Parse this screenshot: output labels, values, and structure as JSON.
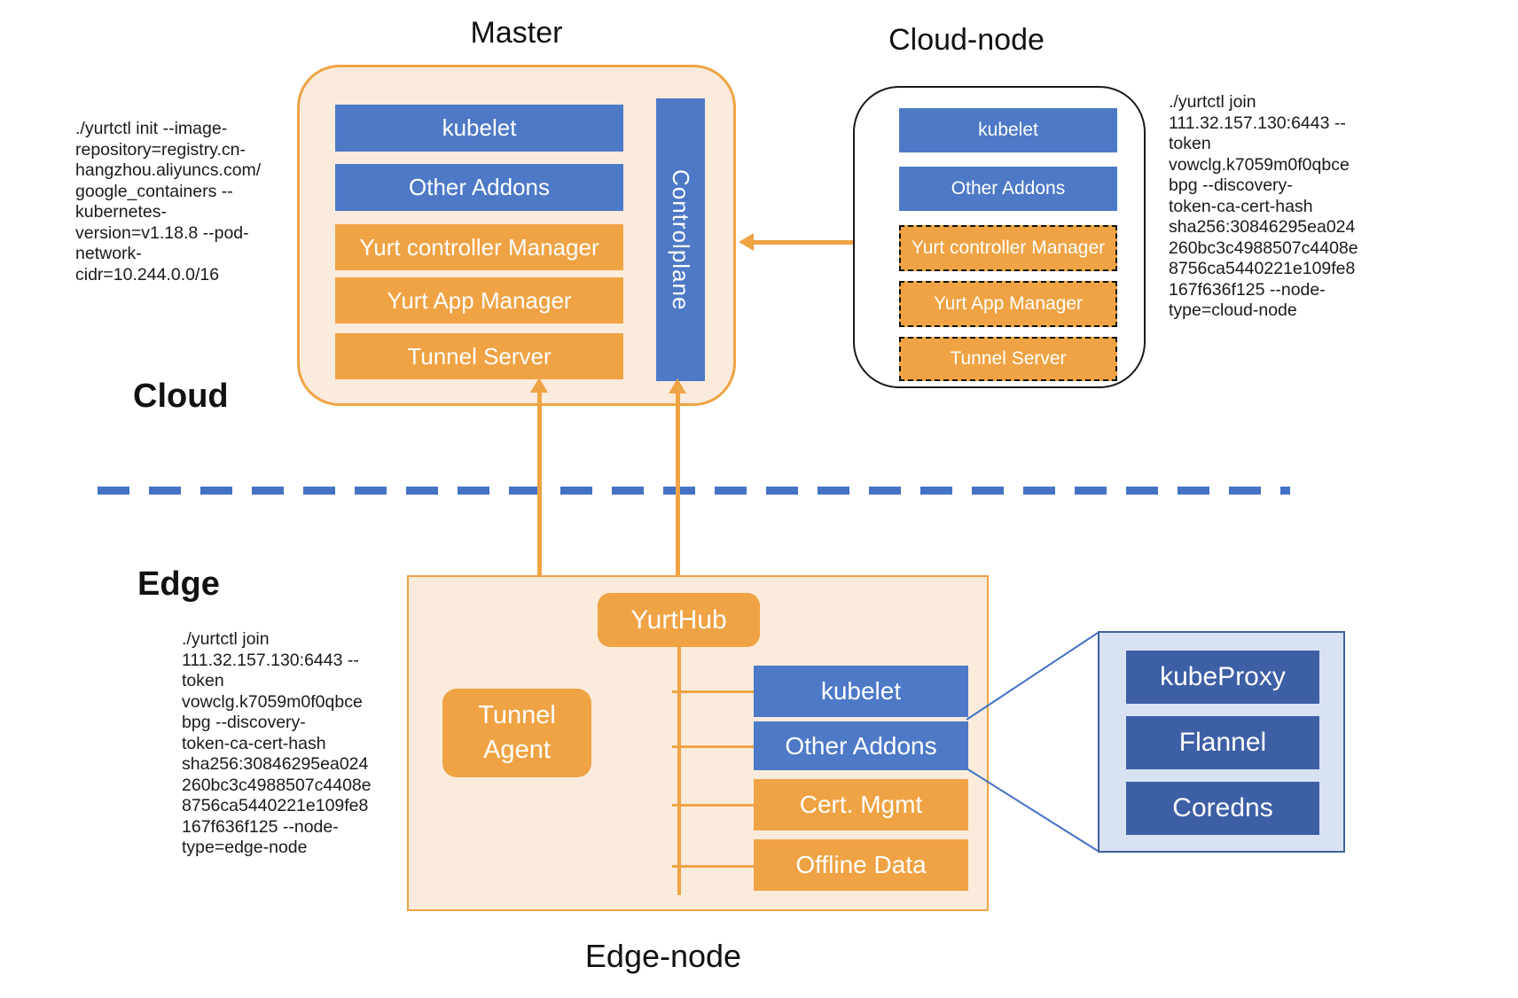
{
  "titles": {
    "master": "Master",
    "cloud_node": "Cloud-node",
    "edge_node": "Edge-node"
  },
  "zones": {
    "cloud": "Cloud",
    "edge": "Edge"
  },
  "commands": {
    "cloud_init": "./yurtctl init --image-\nrepository=registry.cn-\nhangzhou.aliyuncs.com/\ngoogle_containers --\nkubernetes-\nversion=v1.18.8 --pod-\nnetwork-\ncidr=10.244.0.0/16",
    "cloud_join": "./yurtctl join\n111.32.157.130:6443 --\ntoken\nvowclg.k7059m0f0qbce\nbpg --discovery-\ntoken-ca-cert-hash\nsha256:30846295ea024\n260bc3c4988507c4408e\n8756ca5440221e109fe8\n167f636f125 --node-\ntype=cloud-node",
    "edge_join": "./yurtctl join\n111.32.157.130:6443 --\ntoken\nvowclg.k7059m0f0qbce\nbpg --discovery-\ntoken-ca-cert-hash\nsha256:30846295ea024\n260bc3c4988507c4408e\n8756ca5440221e109fe8\n167f636f125 --node-\ntype=edge-node",
    "edge_join_last_line": "type=edge-node"
  },
  "master": {
    "controlplane_label": "Controlplane",
    "components": [
      {
        "label": "kubelet"
      },
      {
        "label": "Other Addons"
      },
      {
        "label": "Yurt controller Manager"
      },
      {
        "label": "Yurt App Manager"
      },
      {
        "label": "Tunnel Server"
      }
    ]
  },
  "cloud_node": {
    "components": [
      {
        "label": "kubelet"
      },
      {
        "label": "Other Addons"
      },
      {
        "label": "Yurt controller Manager"
      },
      {
        "label": "Yurt App Manager"
      },
      {
        "label": "Tunnel Server"
      }
    ]
  },
  "edge_node": {
    "yurthub_label": "YurtHub",
    "tunnel_agent_label": "Tunnel\nAgent",
    "components": [
      {
        "label": "kubelet"
      },
      {
        "label": "Other Addons"
      },
      {
        "label": "Cert. Mgmt"
      },
      {
        "label": "Offline Data"
      }
    ]
  },
  "other_addons_detail": {
    "components": [
      {
        "label": "kubeProxy"
      },
      {
        "label": "Flannel"
      },
      {
        "label": "Coredns"
      }
    ]
  },
  "colors": {
    "blue": "#4D79C7",
    "dark_blue": "#3D5FA6",
    "orange": "#F0A344",
    "container_fill": "#FAEBDC",
    "callout_fill": "#D9E2F3",
    "divider_blue": "#4472C4"
  }
}
